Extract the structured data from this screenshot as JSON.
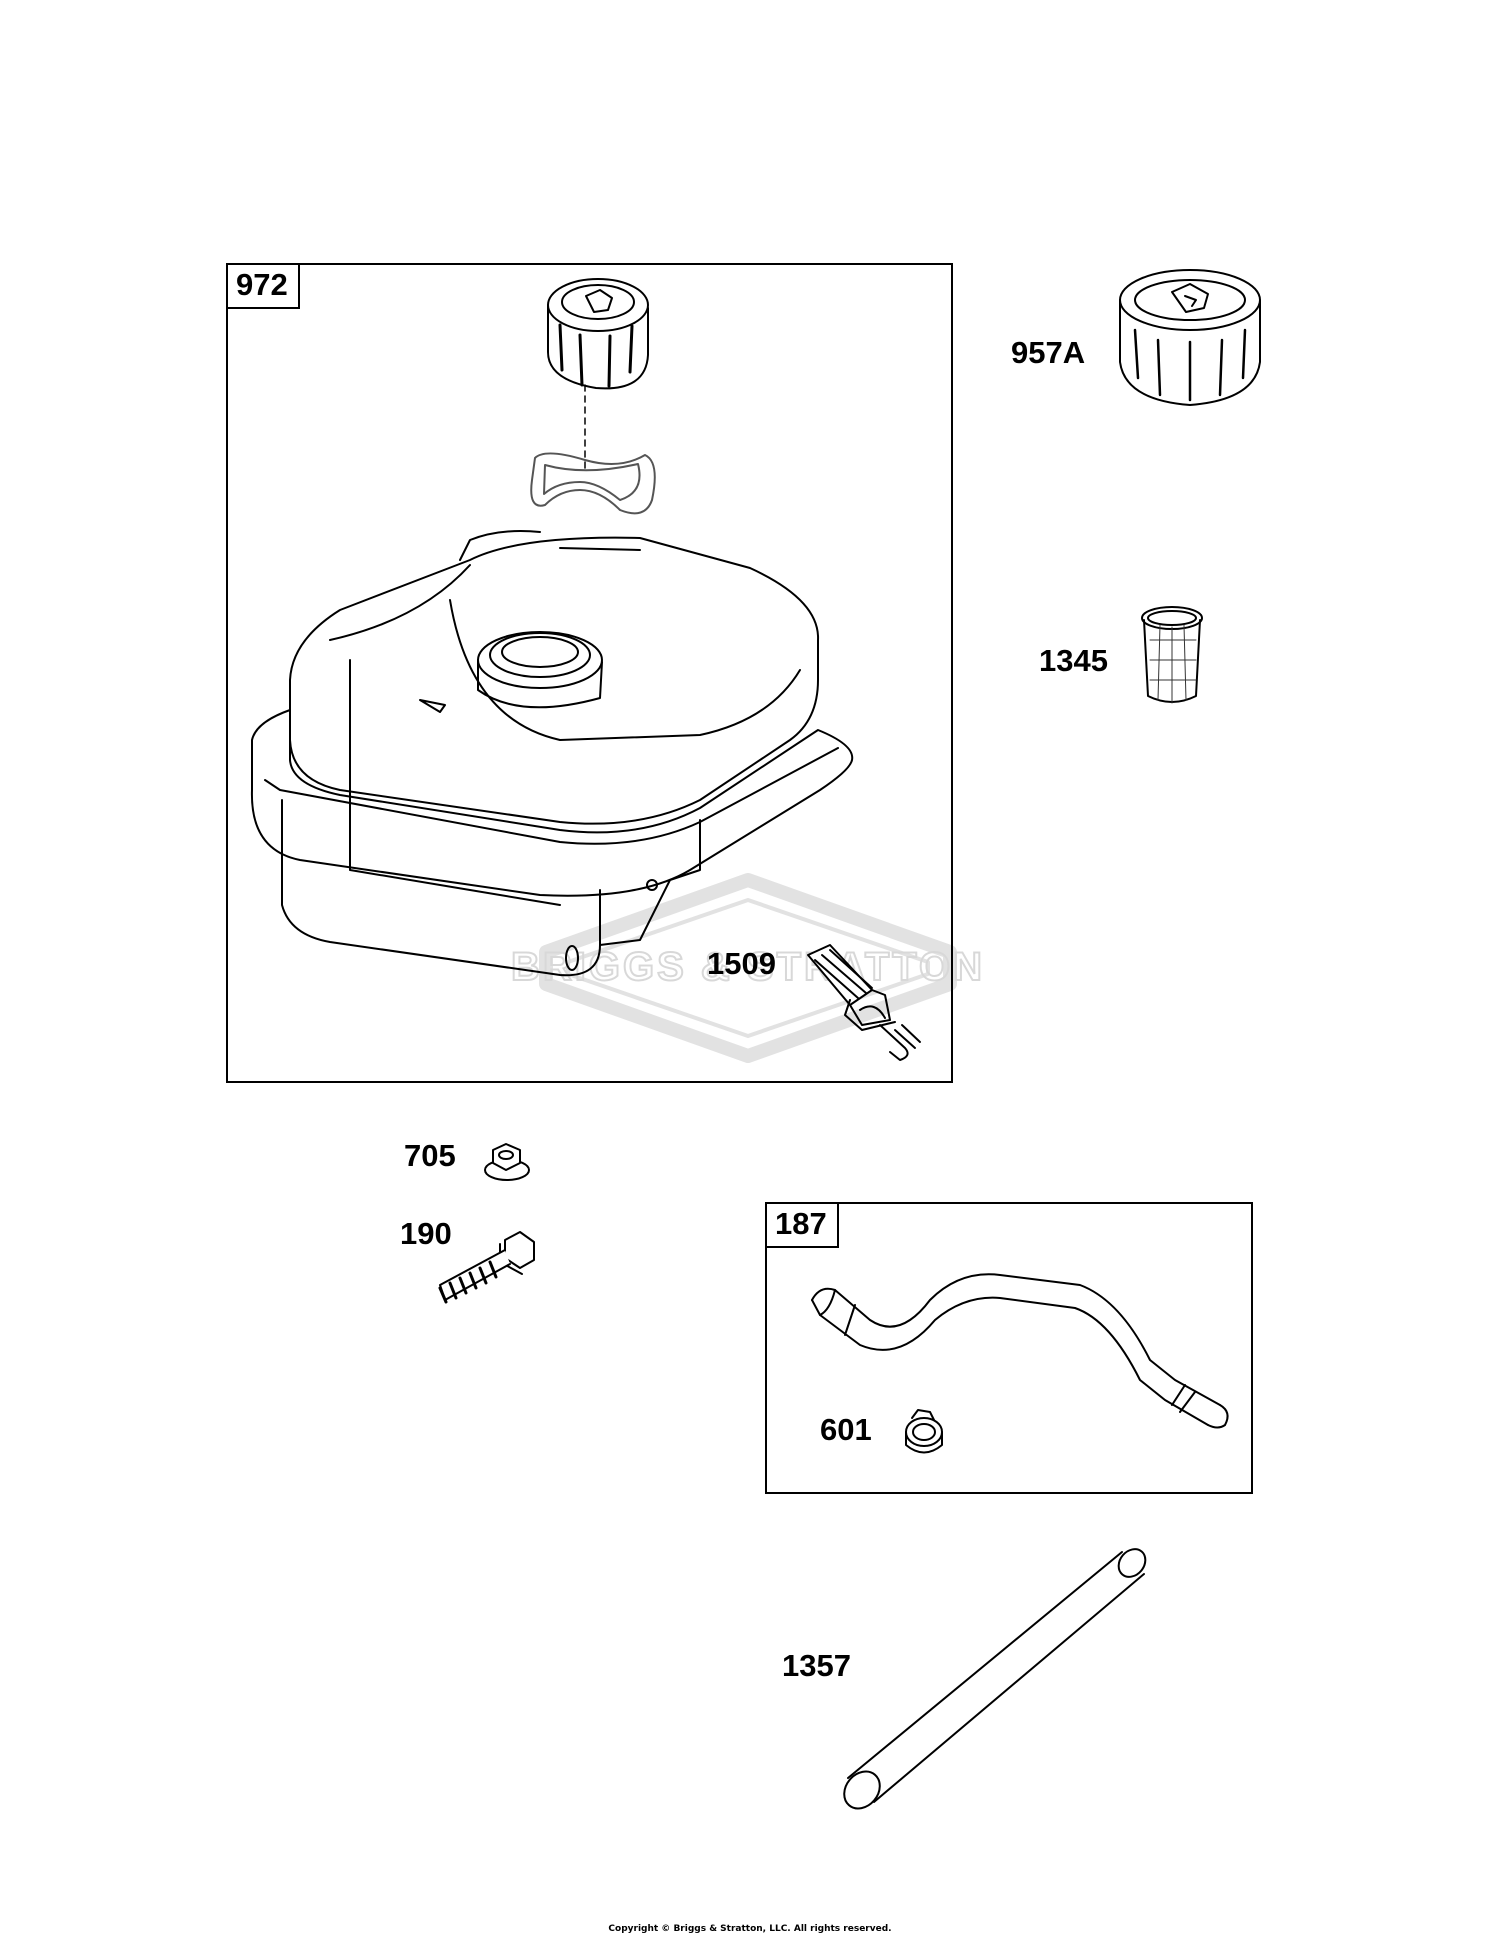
{
  "watermark": {
    "icon": "briggs-stratton-watermark-icon",
    "text": "BRIGGS & STRATTON",
    "color": "#e6e6e6"
  },
  "kits": [
    {
      "id": "972",
      "contents": [
        "fuel-cap",
        "cap-gasket",
        "fuel-tank"
      ]
    },
    {
      "id": "187",
      "contents": [
        "fuel-line",
        "clamp-601"
      ]
    }
  ],
  "parts": [
    {
      "id": "957A",
      "name_icon": "fuel-cap-icon"
    },
    {
      "id": "1345",
      "name_icon": "fuel-strainer-icon"
    },
    {
      "id": "1509",
      "name_icon": "fuel-shutoff-valve-icon"
    },
    {
      "id": "705",
      "name_icon": "flange-nut-icon"
    },
    {
      "id": "190",
      "name_icon": "bolt-icon"
    },
    {
      "id": "601",
      "name_icon": "hose-clamp-icon"
    },
    {
      "id": "1357",
      "name_icon": "tube-icon"
    }
  ],
  "footer": {
    "copyright": "Copyright © Briggs & Stratton, LLC. All rights reserved."
  }
}
